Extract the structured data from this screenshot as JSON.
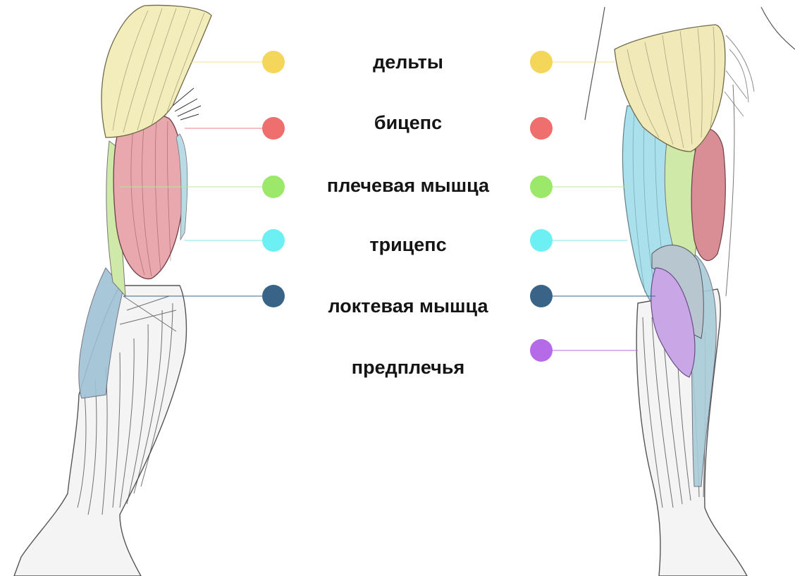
{
  "diagram": {
    "legend": [
      {
        "id": "delts",
        "label": "дельты",
        "color": "#f4d65a",
        "left_dot": true,
        "right_dot": true
      },
      {
        "id": "biceps",
        "label": "бицепс",
        "color": "#ef6f6f",
        "left_dot": true,
        "right_dot": true
      },
      {
        "id": "brachialis",
        "label": "плечевая мышца",
        "color": "#9be86a",
        "left_dot": true,
        "right_dot": true
      },
      {
        "id": "triceps",
        "label": "трицепс",
        "color": "#6cf0f4",
        "left_dot": true,
        "right_dot": true
      },
      {
        "id": "anconeus",
        "label": "локтевая мышца",
        "color": "#3a6487",
        "left_dot": true,
        "right_dot": true
      },
      {
        "id": "forearms",
        "label": "предплечья",
        "color": "#b56be8",
        "left_dot": false,
        "right_dot": true
      }
    ],
    "illustrations": {
      "left_arm": "front view of arm muscles",
      "right_arm": "back/side view of arm muscles"
    }
  }
}
